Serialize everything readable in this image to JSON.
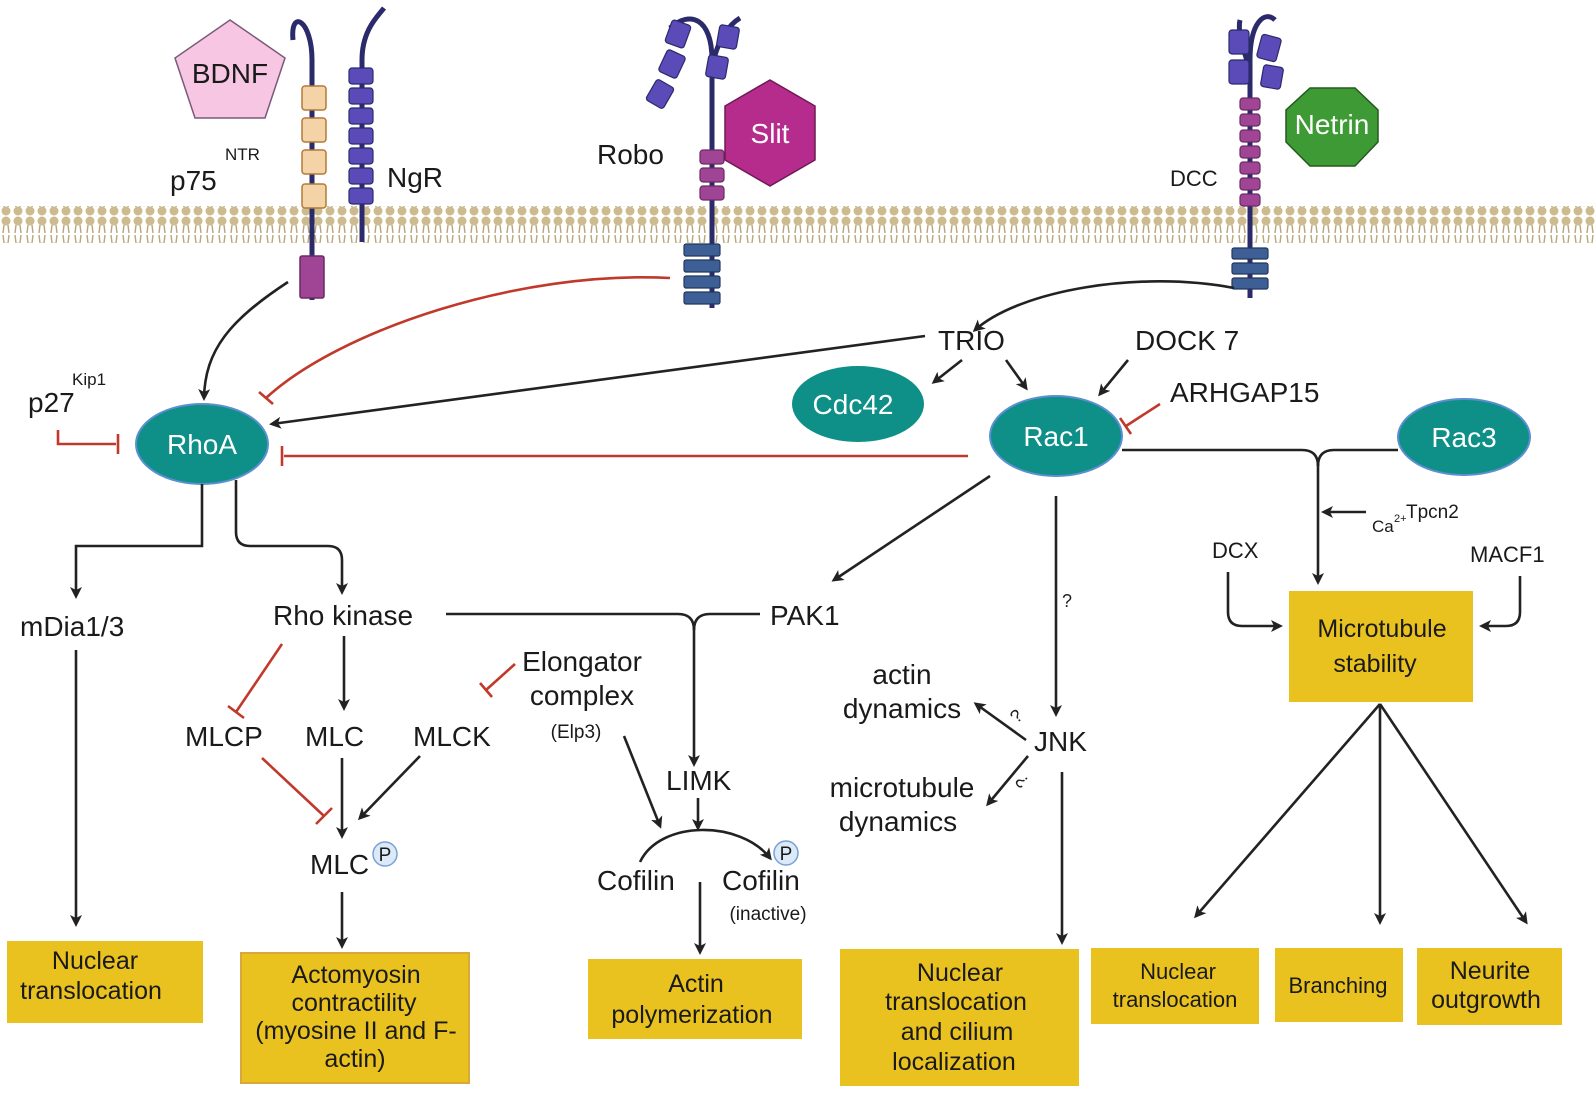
{
  "receptors": {
    "bdnf": "BDNF",
    "p75": "p75",
    "p75_sup": "NTR",
    "ngr": "NgR",
    "robo": "Robo",
    "slit": "Slit",
    "dcc": "DCC",
    "netrin": "Netrin"
  },
  "nodes": {
    "rhoa": "RhoA",
    "cdc42": "Cdc42",
    "rac1": "Rac1",
    "rac3": "Rac3"
  },
  "labels": {
    "p27": "p27",
    "p27_sup": "Kip1",
    "trio": "TRIO",
    "dock7": "DOCK 7",
    "arhgap15": "ARHGAP15",
    "tpcn2": "Tpcn2",
    "ca": "Ca",
    "ca_sup": "2+",
    "dcx": "DCX",
    "macf1": "MACF1",
    "mdia": "mDia1/3",
    "rho_kinase": "Rho kinase",
    "pak1": "PAK1",
    "mlcp": "MLCP",
    "mlc": "MLC",
    "mlck": "MLCK",
    "mlc_p": "MLC",
    "phospho": "P",
    "elongator_1": "Elongator",
    "elongator_2": "complex",
    "elp3": "(Elp3)",
    "limk": "LIMK",
    "cofilin": "Cofilin",
    "cofilin_p": "Cofilin",
    "inactive": "(inactive)",
    "actin_dyn_1": "actin",
    "actin_dyn_2": "dynamics",
    "mt_dyn_1": "microtubule",
    "mt_dyn_2": "dynamics",
    "jnk": "JNK",
    "question": "?"
  },
  "outcomes": {
    "nuclear1": [
      "Nuclear",
      "translocation"
    ],
    "actomyosin": [
      "Actomyosin",
      "contractility",
      "(myosine II and F-",
      "actin)"
    ],
    "actin_poly": [
      "Actin",
      "polymerization"
    ],
    "nuclear_cilium": [
      "Nuclear",
      "translocation",
      "and cilium",
      "localization"
    ],
    "microtubule": [
      "Microtubule",
      "stability"
    ],
    "nuclear2": [
      "Nuclear",
      "translocation"
    ],
    "branching": [
      "Branching"
    ],
    "neurite": [
      "Neurite",
      "outgrowth"
    ]
  },
  "colors": {
    "teal": "#0e8f88",
    "outcome_yellow": "#e9c21f",
    "inhibit_red": "#c0392b",
    "membrane": "#cdbb90",
    "receptor_blue": "#5a4bb8",
    "receptor_purple": "#a04595",
    "slit_magenta": "#b52c8c",
    "netrin_green": "#3e9a35",
    "bdnf_pink": "#f6c6e3"
  }
}
